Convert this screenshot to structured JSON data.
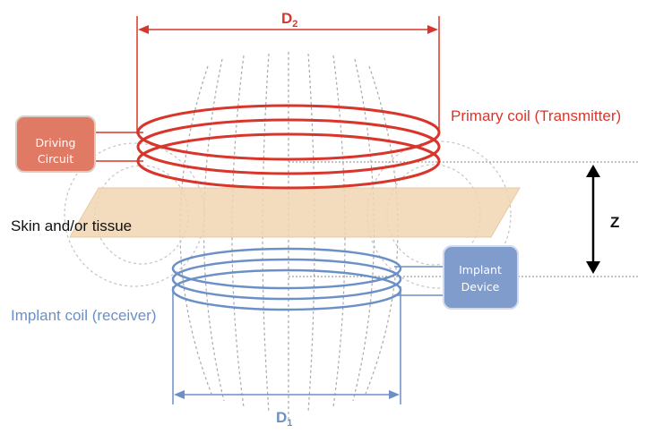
{
  "dimension_top": {
    "main": "D",
    "sub": "2"
  },
  "dimension_bottom": {
    "main": "D",
    "sub": "1"
  },
  "primary_coil_label": "Primary coil (Transmitter)",
  "implant_coil_label": "Implant coil (receiver)",
  "skin_label": "Skin and/or tissue",
  "distance_label": "Z",
  "driving_box": {
    "line1": "Driving",
    "line2": "Circuit"
  },
  "implant_box": {
    "line1": "Implant",
    "line2": "Device"
  },
  "colors": {
    "primary": "#d9362b",
    "implant": "#6b8fc7",
    "driving_box_fill": "#e07a64",
    "implant_box_fill": "#7f9ccc",
    "tissue": "#f1d6b3",
    "field_lines": "#a9a9a9"
  }
}
